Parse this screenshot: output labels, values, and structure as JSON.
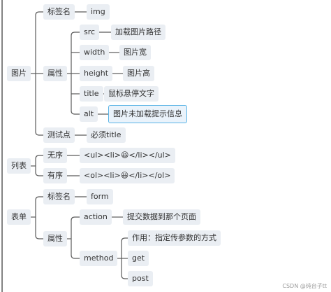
{
  "nodes": {
    "tupian": "图片",
    "img_tag_label": "标签名",
    "img_tag_value": "img",
    "img_attr_label": "属性",
    "src": "src",
    "src_desc": "加载图片路径",
    "width": "width",
    "width_desc": "图片宽",
    "height": "height",
    "height_desc": "图片高",
    "title": "title",
    "title_desc": "鼠标悬停文字",
    "alt": "alt",
    "alt_desc": "图片未加载提示信息",
    "test_point": "测试点",
    "test_point_desc": "必须title",
    "liebiao": "列表",
    "unordered": "无序",
    "unordered_code": "<ul><li>😆</li></ul>",
    "ordered": "有序",
    "ordered_code": "<ol><li>😆</li></ol>",
    "biaodan": "表单",
    "form_tag_label": "标签名",
    "form_tag_value": "form",
    "form_attr_label": "属性",
    "action": "action",
    "action_desc": "提交数据到那个页面",
    "method": "method",
    "method_desc": "作用：指定传参数的方式",
    "get": "get",
    "post": "post"
  },
  "watermark": "CSDN @纯台子tt",
  "colors": {
    "line": "#5a5a5a",
    "node_bg": "#eaeef3",
    "selected_border": "#5ab4e6"
  }
}
